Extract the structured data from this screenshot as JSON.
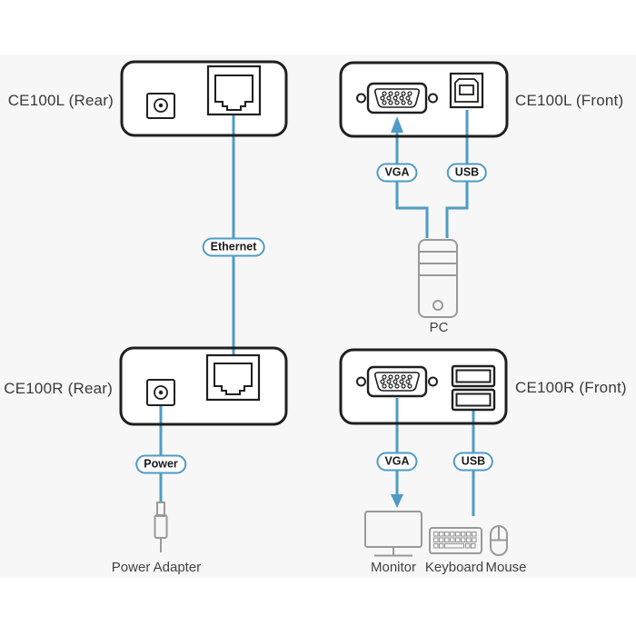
{
  "colors": {
    "line": "#4E9BC6",
    "device_border": "#1F1F1F",
    "icon_gray": "#999999",
    "label_text": "#3A3A3A",
    "pill_text": "#1A1A1A",
    "panel_bg": "#F7F7F7"
  },
  "devices": {
    "ce100l_rear": "CE100L (Rear)",
    "ce100l_front": "CE100L (Front)",
    "ce100r_rear": "CE100R (Rear)",
    "ce100r_front": "CE100R (Front)"
  },
  "connectors": {
    "ethernet": "Ethernet",
    "vga_top": "VGA",
    "usb_top": "USB",
    "power": "Power",
    "vga_bottom": "VGA",
    "usb_bottom": "USB"
  },
  "peripherals": {
    "pc": "PC",
    "power_adapter": "Power Adapter",
    "monitor": "Monitor",
    "keyboard": "Keyboard",
    "mouse": "Mouse"
  }
}
